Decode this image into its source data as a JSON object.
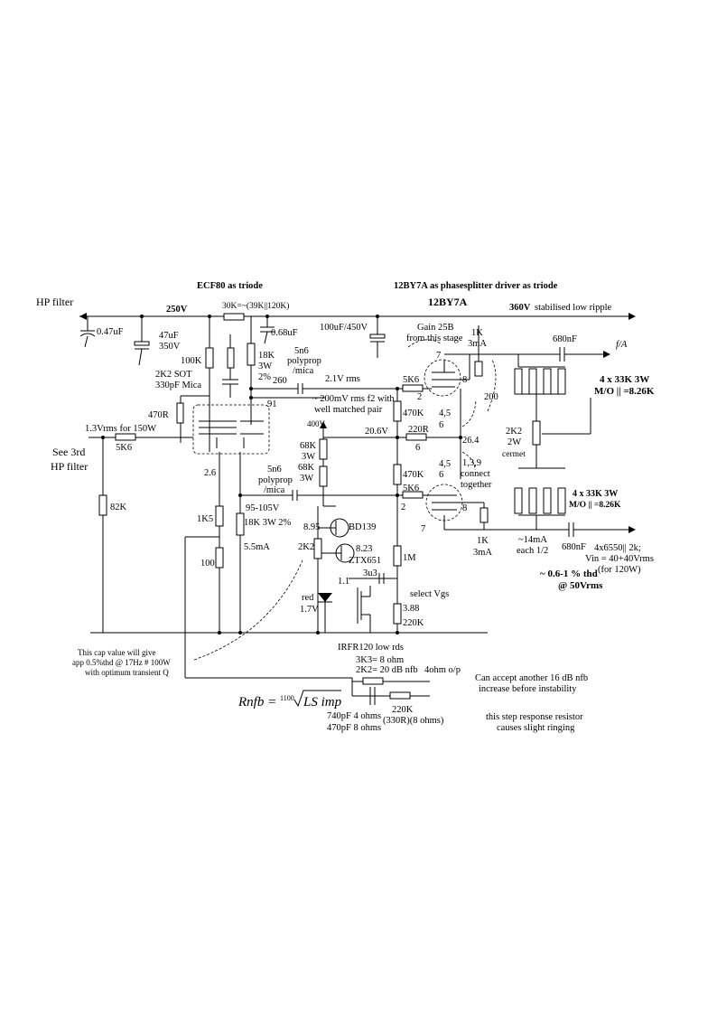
{
  "headers": {
    "ecf80": "ECF80 as triode",
    "phasesplitter": "12BY7A  as phasesplitter driver as triode",
    "tube": "12BY7A"
  },
  "rails": {
    "hp_filter": "HP filter",
    "v250": "250V",
    "v360": "360V",
    "v360_desc": "stabilised low  ripple",
    "r30k": "30K=~(39K||120K)",
    "fa": "f/A"
  },
  "left": {
    "c047": "0.47uF",
    "c47_1": "47uF",
    "c47_2": "350V",
    "r100k": "100K",
    "r2k2": "2K2 SOT",
    "c330": "330pF Mica",
    "r470": "470R",
    "v13": "1.3Vrms for 150W",
    "r5k6": "5K6",
    "see1": "See 3rd",
    "see2": "HP filter",
    "r82k": "82K",
    "v26": "2.6",
    "r1k5": "1K5",
    "r100": "100",
    "n91": "91"
  },
  "mid": {
    "c068": "0.68uF",
    "r18k_1": "18K",
    "r18k_2": "3W",
    "r18k_3": "2%",
    "n260": "260",
    "c5n6_1": "5n6",
    "c5n6_2": "polyprop",
    "c5n6_3": "/mica",
    "v21": "2.1V rms",
    "c100": "100uF/450V",
    "note200_1": "~ 200mV rms f2 with",
    "note200_2": "well matched pair",
    "v400": "400V",
    "r68a_1": "68K",
    "r68a_2": "3W",
    "r68b_1": "68K",
    "r68b_2": "3W",
    "v206": "20.6V",
    "c5n6b_1": "5n6",
    "c5n6b_2": "polyprop",
    "c5n6b_3": "/mica",
    "v95": "95-105V",
    "r18k3w": "18K 3W 2%",
    "i55": "5.5mA",
    "v895": "8.95",
    "bd139": "BD139",
    "r2k2b": "2K2",
    "v823": "8.23",
    "ztx": "ZTX651",
    "c3u3": "3u3",
    "v11": "1.1",
    "r1m": "1M",
    "red": "red",
    "v17": "1.7V",
    "selvgs": "select Vgs",
    "v388": "3.88",
    "r220k": "220K",
    "irfr": "IRFR120 low rds"
  },
  "right": {
    "gain1": "Gain 25B",
    "gain2": "from this stage",
    "r1k_1": "1K",
    "r1k_2": "3mA",
    "c680": "680nF",
    "p7": "7",
    "p8": "8",
    "r5k6a": "5K6",
    "p2a": "2",
    "r470k": "470K",
    "p45a": "4,5",
    "p6a": "6",
    "n200": "200",
    "r220r": "220R",
    "p6b": "6",
    "v264": "26.4",
    "pins_1": "1,3,9",
    "pins_2": "connect",
    "pins_3": "together",
    "r470kb": "470K",
    "p45b": "4,5",
    "p6c": "6",
    "r5k6b": "5K6",
    "p2b": "2",
    "p8b": "8",
    "p7b": "7",
    "r1kb_1": "1K",
    "r1kb_2": "3mA",
    "i14_1": "~14mA",
    "i14_2": "each 1/2",
    "c680b": "680nF",
    "bank1_1": "4 x 33K 3W",
    "bank1_2": "M/O || =8.26K",
    "r2k2c_1": "2K2",
    "r2k2c_2": "2W",
    "r2k2c_3": "cermet",
    "bank2_1": "4 x 33K 3W",
    "bank2_2": "M/O || =8.26K",
    "out_1": "4x6550|| 2k;",
    "out_2": "Vin = 40+40Vrms",
    "out_3": "(for 120W)",
    "thd_1": "~ 0.6-1 % thd",
    "thd_2": "@  50Vrms"
  },
  "bottom": {
    "capnote_1": "This cap value will give",
    "capnote_2": "app 0.5%thd @ 17Hz # 100W",
    "capnote_3": "with optimum transient Q",
    "nfb_1": "3K3=  8 ohm",
    "nfb_2": "2K2= 20 dB nfb",
    "nfb_3": "4ohm o/p",
    "accept_1": "Can accept another 16 dB nfb",
    "accept_2": "increase before instability",
    "formula_l": "Rnfb =",
    "formula_idx": "1100",
    "formula_r": "LS imp",
    "r220kb": "220K",
    "r330": "(330R)(8 ohms)",
    "c740": "740pF  4 ohms",
    "c470": "470pF 8 ohms",
    "step_1": "this step response resistor",
    "step_2": "causes slight ringing"
  }
}
